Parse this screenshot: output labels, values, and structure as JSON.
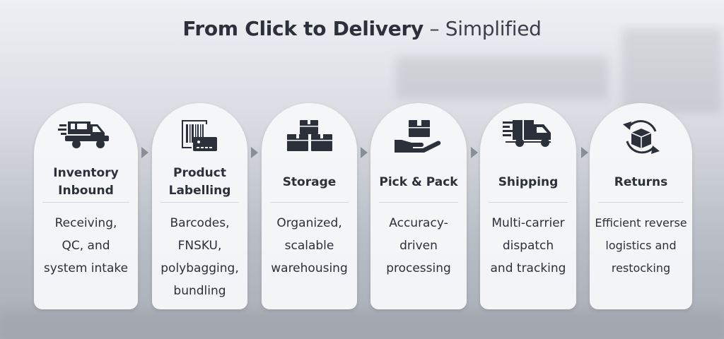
{
  "title": {
    "main": "From Click to Delivery",
    "sub": " – Simplified"
  },
  "steps": [
    {
      "title": "Inventory\nInbound",
      "body": "Receiving,\nQC, and\nsystem intake",
      "icon": "truck-icon"
    },
    {
      "title": "Product\nLabelling",
      "body": "Barcodes,\nFNSKU,\npolybagging,\nbundling",
      "icon": "barcode-label-icon"
    },
    {
      "title": "Storage",
      "body": "Organized,\nscalable\nwarehousing",
      "icon": "boxes-icon"
    },
    {
      "title": "Pick & Pack",
      "body": "Accuracy-\ndriven\nprocessing",
      "icon": "hand-box-icon"
    },
    {
      "title": "Shipping",
      "body": "Multi-carrier\ndispatch\nand tracking",
      "icon": "delivery-van-icon"
    },
    {
      "title": "Returns",
      "body": "Efficient reverse\nlogistics and\nrestocking",
      "icon": "return-box-icon"
    }
  ],
  "colors": {
    "text": "#2b303a",
    "card": "#f6f7f9"
  }
}
